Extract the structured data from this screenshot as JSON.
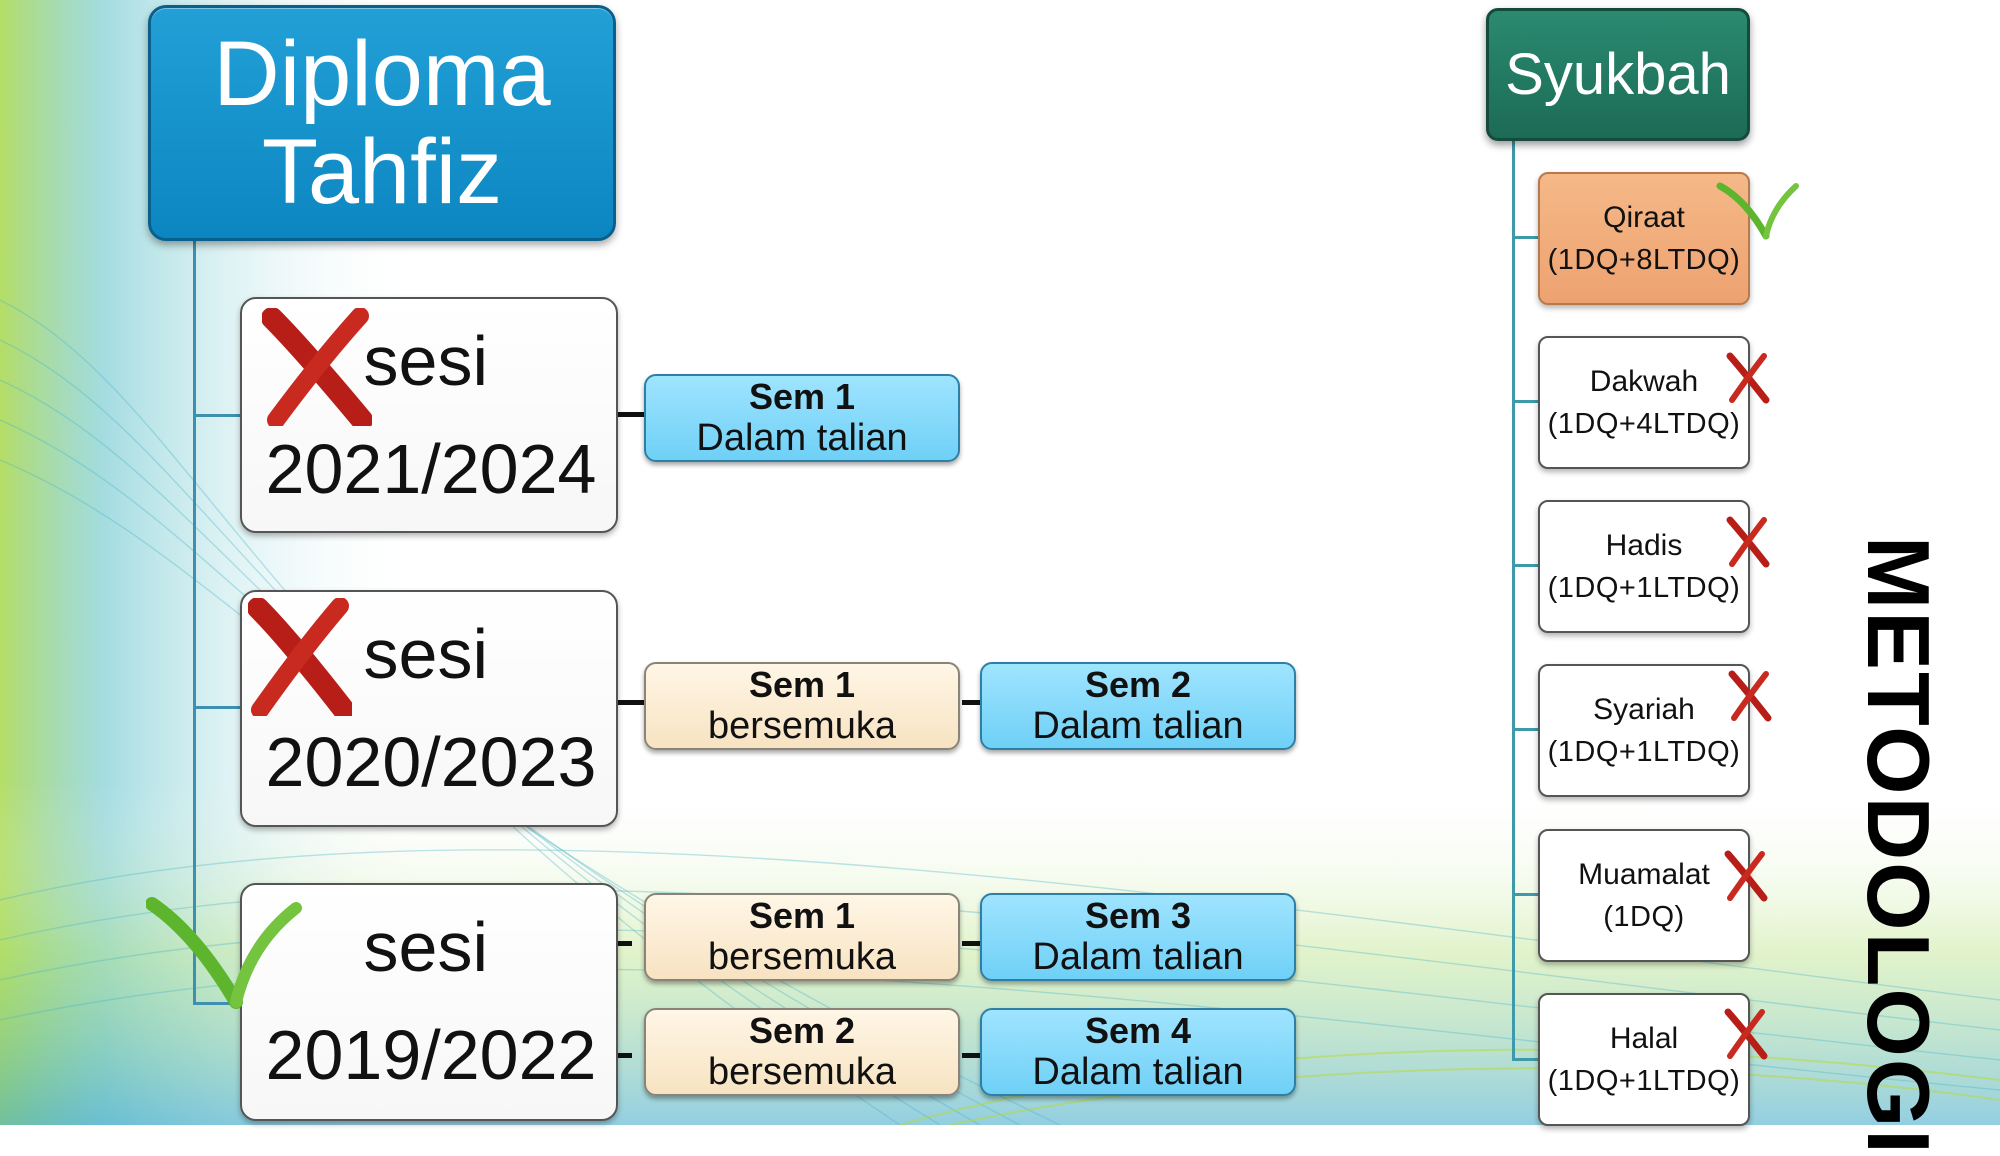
{
  "diagram": {
    "title": {
      "line1": "Diploma",
      "line2": "Tahfiz"
    },
    "sessions": [
      {
        "status": "x",
        "word": "sesi",
        "year": "2021/2024",
        "semesters": [
          {
            "sem": "Sem 1",
            "mode": "Dalam talian",
            "color": "blue"
          }
        ]
      },
      {
        "status": "x",
        "word": "sesi",
        "year": "2020/2023",
        "semesters": [
          {
            "sem": "Sem 1",
            "mode": "bersemuka",
            "color": "cream"
          },
          {
            "sem": "Sem 2",
            "mode": "Dalam talian",
            "color": "blue"
          }
        ]
      },
      {
        "status": "check",
        "word": "sesi",
        "year": "2019/2022",
        "semesters": [
          {
            "sem": "Sem 1",
            "mode": "bersemuka",
            "color": "cream"
          },
          {
            "sem": "Sem 3",
            "mode": "Dalam talian",
            "color": "blue"
          },
          {
            "sem": "Sem 2",
            "mode": "bersemuka",
            "color": "cream"
          },
          {
            "sem": "Sem 4",
            "mode": "Dalam talian",
            "color": "blue"
          }
        ]
      }
    ],
    "syukbah": {
      "title": "Syukbah",
      "items": [
        {
          "name": "Qiraat",
          "code": "(1DQ+8LTDQ)",
          "status": "check",
          "highlight": true
        },
        {
          "name": "Dakwah",
          "code": "(1DQ+4LTDQ)",
          "status": "x",
          "highlight": false
        },
        {
          "name": "Hadis",
          "code": "(1DQ+1LTDQ)",
          "status": "x",
          "highlight": false
        },
        {
          "name": "Syariah",
          "code": "(1DQ+1LTDQ)",
          "status": "x",
          "highlight": false
        },
        {
          "name": "Muamalat",
          "code": "(1DQ)",
          "status": "x",
          "highlight": false
        },
        {
          "name": "Halal",
          "code": "(1DQ+1LTDQ)",
          "status": "x",
          "highlight": false
        }
      ]
    },
    "side_title": "METODOLOGI",
    "colors": {
      "title_blue": "#0c86c1",
      "syukbah_green": "#1c6b55",
      "pill_blue": "#8adcfb",
      "pill_cream": "#fbebd1",
      "qiraat_orange": "#f2ad7c",
      "x_red": "#c0241c",
      "check_green": "#6cc13a"
    }
  }
}
